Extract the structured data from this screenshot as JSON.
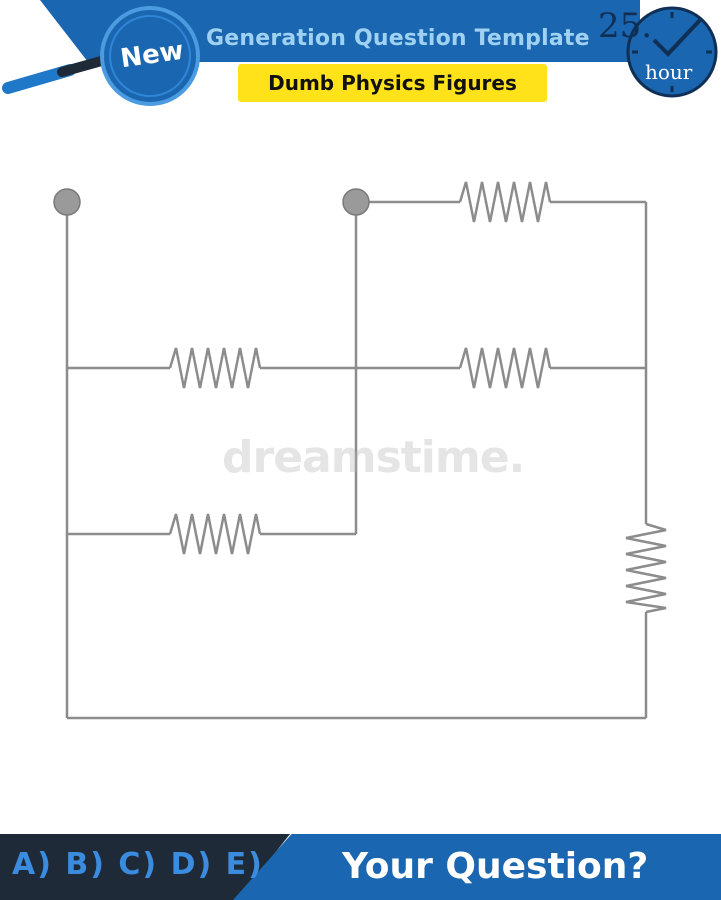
{
  "header": {
    "badge": "New",
    "title": "Generation Question Template",
    "subtitle": "Dumb Physics Figures"
  },
  "clock": {
    "number": "25.",
    "unit": "hour"
  },
  "watermark": "dreamstime.",
  "footer": {
    "options": "A) B) C) D) E)",
    "question": "Your Question?"
  },
  "colors": {
    "brand_blue": "#1a66b0",
    "highlight_yellow": "#ffe21a",
    "footer_dark": "#1e2a38",
    "wire_gray": "#8c8c8c"
  }
}
